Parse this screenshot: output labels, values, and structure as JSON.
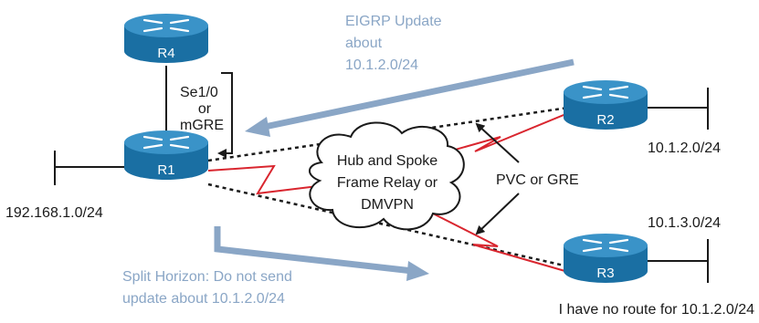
{
  "colors": {
    "router_body": "#1a6fa3",
    "router_top": "#3a93c8",
    "router_label": "#ffffff",
    "serial_link": "#d9262f",
    "dashed_link": "#1a1a1a",
    "annotation_arrow": "#8aa6c6",
    "annotation_text": "#8aa6c6",
    "text": "#1a1a1a"
  },
  "routers": [
    {
      "id": "r4",
      "label": "R4"
    },
    {
      "id": "r1",
      "label": "R1"
    },
    {
      "id": "r2",
      "label": "R2"
    },
    {
      "id": "r3",
      "label": "R3"
    }
  ],
  "labels": {
    "r1_interface_lines": [
      "Se1/0",
      "or",
      "mGRE"
    ],
    "cloud_lines": [
      "Hub and Spoke",
      "Frame Relay or",
      "DMVPN"
    ],
    "pvc": "PVC or GRE",
    "lan_r1": "192.168.1.0/24",
    "lan_r2": "10.1.2.0/24",
    "lan_r3": "10.1.3.0/24",
    "eigrp_update_lines": [
      "EIGRP Update",
      "about",
      "10.1.2.0/24"
    ],
    "split_horizon_lines": [
      "Split Horizon: Do not send",
      "update about 10.1.2.0/24"
    ],
    "no_route": "I have no route for 10.1.2.0/24"
  }
}
